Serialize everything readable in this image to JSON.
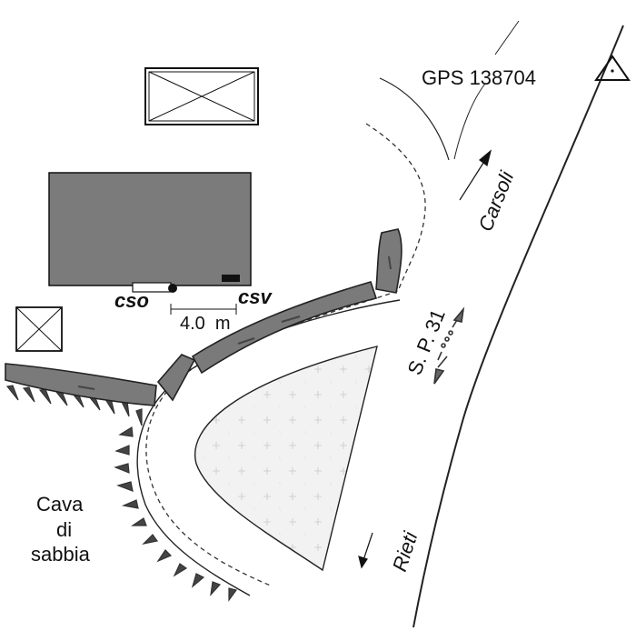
{
  "map": {
    "labels": {
      "gps": "GPS 138704",
      "carsoli": "Carsoli",
      "road": "S. P. 31",
      "rieti": "Rieti",
      "cso": "cso",
      "csv": "csv",
      "distance": "4.0  m",
      "cava_line1": "Cava",
      "cava_line2": "di",
      "cava_line3": "sabbia"
    },
    "colors": {
      "building": "#7b7b7b",
      "wall": "#7a7a7a",
      "line": "#222222",
      "field_fill": "#f1f1f1"
    },
    "icons": {
      "gps_marker": "triangle-dot-icon",
      "small_building": "crossed-box-icon"
    }
  }
}
